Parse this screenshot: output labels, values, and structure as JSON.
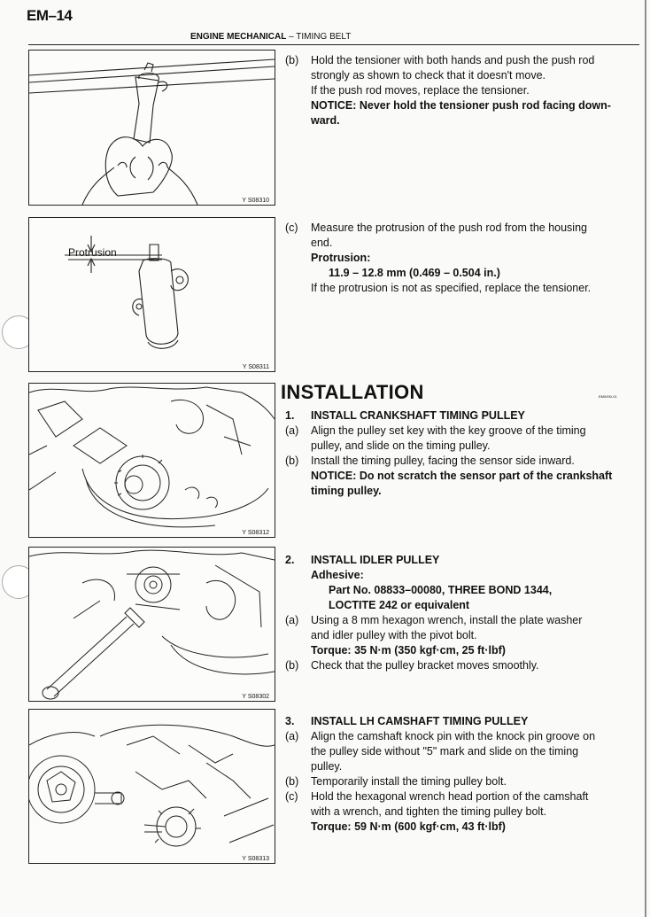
{
  "page": {
    "id": "EM–14",
    "section": "ENGINE MECHANICAL",
    "separator": "–",
    "subsection": "TIMING BELT",
    "small_code": "EM0000-01"
  },
  "figures": [
    {
      "id": "Y S08310"
    },
    {
      "id": "Y S08311",
      "callout": "Protrusion"
    },
    {
      "id": "Y S08312"
    },
    {
      "id": "Y S08302"
    },
    {
      "id": "Y S08313"
    }
  ],
  "step_b": {
    "label": "(b)",
    "line1": "Hold the tensioner with both hands and push the push rod",
    "line2": "strongly as shown to check that it doesn't move.",
    "line3": "If the push rod moves, replace the tensioner.",
    "notice1": "NOTICE: Never hold the tensioner push rod facing down-",
    "notice2": "ward."
  },
  "step_c": {
    "label": "(c)",
    "line1": "Measure the protrusion of the push rod from the housing",
    "line2": "end.",
    "spec_label": "Protrusion:",
    "spec_value": "11.9 – 12.8 mm (0.469 – 0.504 in.)",
    "line3": "If the protrusion is not as specified, replace the tensioner."
  },
  "installation": {
    "title": "INSTALLATION",
    "step1": {
      "num": "1.",
      "title": "INSTALL CRANKSHAFT TIMING PULLEY",
      "a_label": "(a)",
      "a1": "Align the pulley set key with the key groove of the timing",
      "a2": "pulley, and slide on the timing pulley.",
      "b_label": "(b)",
      "b1": "Install the timing pulley, facing the sensor side inward.",
      "notice1": "NOTICE: Do not scratch the sensor part of the crankshaft",
      "notice2": "timing pulley."
    },
    "step2": {
      "num": "2.",
      "title": "INSTALL IDLER PULLEY",
      "adhesive": "Adhesive:",
      "part1": "Part No. 08833–00080, THREE BOND 1344,",
      "part2": "LOCTITE 242 or equivalent",
      "a_label": "(a)",
      "a1": "Using a 8 mm hexagon wrench, install the plate washer",
      "a2": "and idler pulley with the pivot bolt.",
      "torque": "Torque: 35 N·m (350 kgf·cm, 25 ft·lbf)",
      "b_label": "(b)",
      "b1": "Check that the pulley bracket moves smoothly."
    },
    "step3": {
      "num": "3.",
      "title": "INSTALL LH CAMSHAFT TIMING PULLEY",
      "a_label": "(a)",
      "a1": "Align the camshaft knock pin with the knock pin groove on",
      "a2": "the pulley side without \"5\" mark and slide on the timing",
      "a3": "pulley.",
      "b_label": "(b)",
      "b1": "Temporarily install the timing pulley bolt.",
      "c_label": "(c)",
      "c1": "Hold the hexagonal wrench head portion of the camshaft",
      "c2": "with a wrench, and tighten the timing pulley bolt.",
      "torque": "Torque: 59 N·m (600 kgf·cm, 43 ft·lbf)"
    }
  }
}
